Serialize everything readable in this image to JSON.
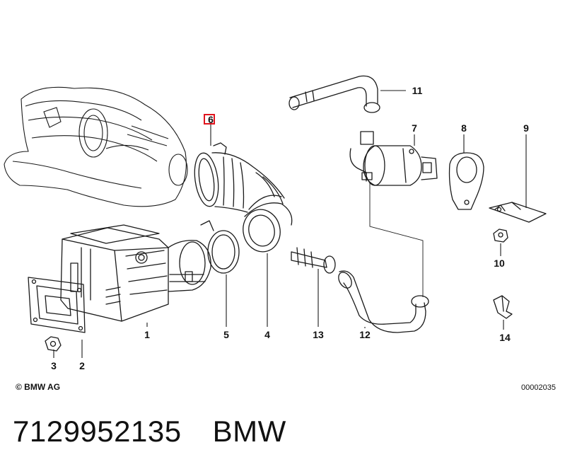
{
  "diagram": {
    "callouts": [
      "1",
      "2",
      "3",
      "4",
      "5",
      "6",
      "7",
      "8",
      "9",
      "10",
      "11",
      "12",
      "13",
      "14"
    ],
    "highlighted_callout": "6",
    "highlight_color": "#e0141e",
    "copyright": "© BMW AG",
    "document_number": "00002035"
  },
  "footer": {
    "part_number": "7129952135",
    "brand": "BMW"
  }
}
